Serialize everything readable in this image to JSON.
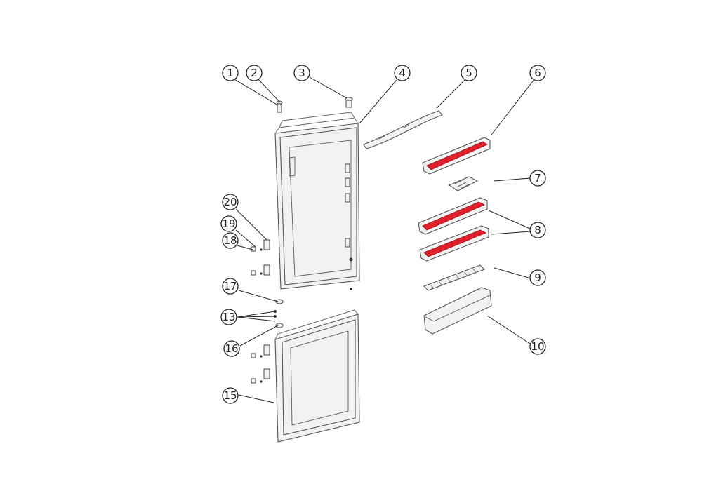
{
  "callouts": [
    {
      "id": "c1",
      "label": "1"
    },
    {
      "id": "c2",
      "label": "2"
    },
    {
      "id": "c3",
      "label": "3"
    },
    {
      "id": "c4",
      "label": "4"
    },
    {
      "id": "c5",
      "label": "5"
    },
    {
      "id": "c6",
      "label": "6"
    },
    {
      "id": "c7",
      "label": "7"
    },
    {
      "id": "c8",
      "label": "8"
    },
    {
      "id": "c9",
      "label": "9"
    },
    {
      "id": "c10",
      "label": "10"
    },
    {
      "id": "c13",
      "label": "13"
    },
    {
      "id": "c15",
      "label": "15"
    },
    {
      "id": "c16",
      "label": "16"
    },
    {
      "id": "c17",
      "label": "17"
    },
    {
      "id": "c18",
      "label": "18"
    },
    {
      "id": "c19",
      "label": "19"
    },
    {
      "id": "c20",
      "label": "20"
    }
  ],
  "colors": {
    "highlight": "#e0202a",
    "outline": "#555555"
  }
}
